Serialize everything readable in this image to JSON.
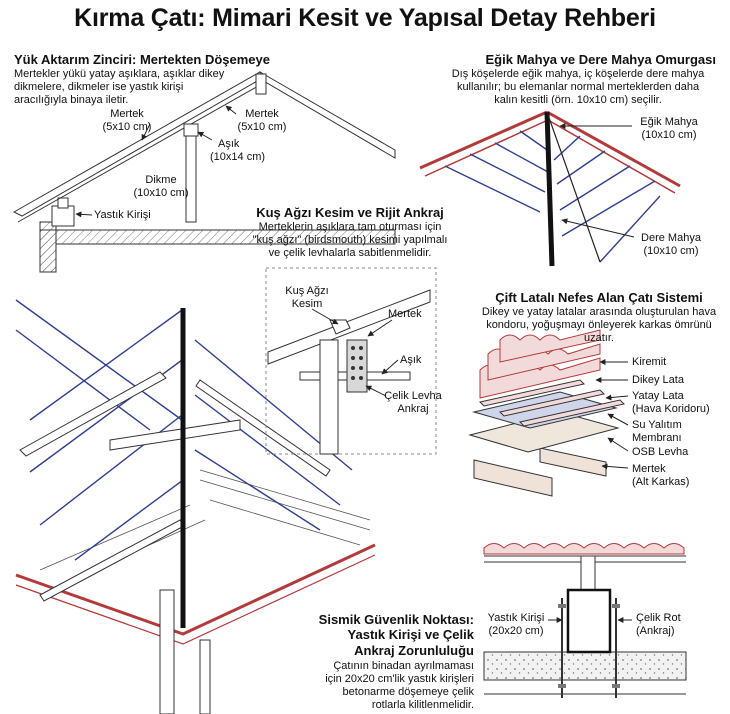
{
  "title": "Kırma Çatı: Mimari Kesit ve Yapısal Detay Rehberi",
  "colors": {
    "rafter_red": "#b33a3a",
    "beam_blue": "#2e3f8f",
    "ink": "#222222",
    "tile": "#f3dada",
    "membrane": "#cfd6ea",
    "osb": "#efe6dc"
  },
  "load_path": {
    "heading": "Yük Aktarım Zinciri: Mertekten Döşemeye",
    "desc": [
      "Mertekler yükü yatay aşıklara, aşıklar dikey",
      "dikmelere, dikmeler ise yastık kirişi",
      "aracılığıyla binaya iletir."
    ],
    "labels": {
      "mertek_left": [
        "Mertek",
        "(5x10 cm)"
      ],
      "mertek_right": [
        "Mertek",
        "(5x10 cm)"
      ],
      "asik": [
        "Aşık",
        "(10x14 cm)"
      ],
      "dikme": [
        "Dikme",
        "(10x10 cm)"
      ],
      "yastik": "Yastık Kirişi"
    }
  },
  "ridges": {
    "heading": "Eğik Mahya ve Dere Mahya Omurgası",
    "desc": [
      "Dış köşelerde eğik mahya, iç köşelerde dere mahya",
      "kullanılır; bu elemanlar normal merteklerden daha",
      "kalın kesitli (örn. 10x10 cm) seçilir."
    ],
    "labels": {
      "egik": [
        "Eğik Mahya",
        "(10x10 cm)"
      ],
      "dere": [
        "Dere Mahya",
        "(10x10 cm)"
      ]
    }
  },
  "birdsmouth": {
    "heading": "Kuş Ağzı Kesim ve Rijit Ankraj",
    "desc": [
      "Merteklerin aşıklara tam oturması için",
      "\"kuş ağzı\" (birdsmouth) kesimi yapılmalı",
      "ve çelik levhalarla sabitlenmelidir."
    ],
    "labels": {
      "kus_agzi": [
        "Kuş Ağzı",
        "Kesim"
      ],
      "mertek": "Mertek",
      "asik": "Aşık",
      "celik": [
        "Çelik Levha",
        "Ankraj"
      ]
    }
  },
  "ventilation": {
    "heading": "Çift Latalı Nefes Alan Çatı Sistemi",
    "desc": [
      "Dikey ve yatay latalar arasında oluşturulan hava",
      "kondoru, yoğuşmayı önleyerek karkas ömrünü",
      "uzatır."
    ],
    "layers": [
      [
        "Kiremit"
      ],
      [
        "Dikey Lata"
      ],
      [
        "Yatay Lata",
        "(Hava Koridoru)"
      ],
      [
        "Su Yalıtım",
        "Membranı"
      ],
      [
        "OSB Levha"
      ],
      [
        "Mertek",
        "(Alt Karkas)"
      ]
    ]
  },
  "seismic": {
    "heading": [
      "Sismik Güvenlik Noktası:",
      "Yastık Kirişi ve Çelik",
      "Ankraj Zorunluluğu"
    ],
    "desc": [
      "Çatının binadan ayrılmaması",
      "için 20x20 cm'lik yastık kirişleri",
      "betonarme döşemeye çelik",
      "rotlarla kilitlenmelidir."
    ],
    "labels": {
      "yastik": [
        "Yastık Kirişi",
        "(20x20 cm)"
      ],
      "rot": [
        "Çelik Rot",
        "(Ankraj)"
      ]
    }
  }
}
